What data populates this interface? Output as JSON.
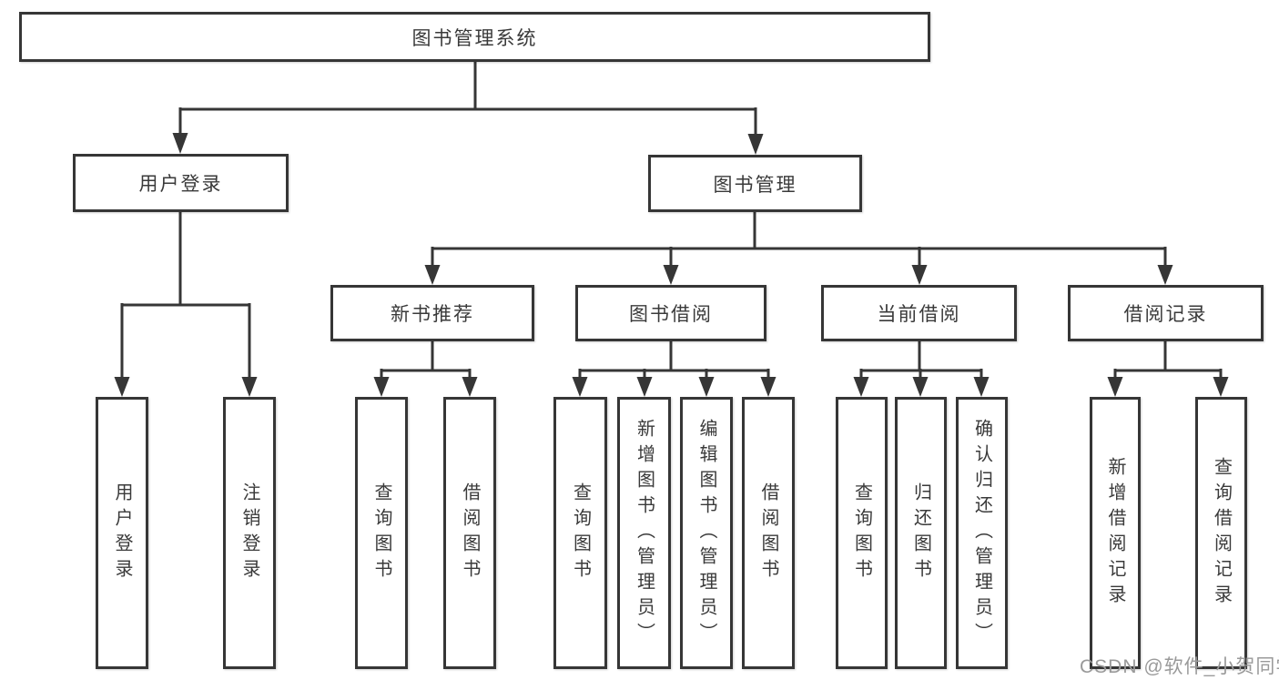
{
  "diagram": {
    "root": {
      "label": "图书管理系统",
      "children": [
        {
          "label": "用户登录",
          "children": [
            {
              "label": "用户登录"
            },
            {
              "label": "注销登录"
            }
          ]
        },
        {
          "label": "图书管理",
          "children": [
            {
              "label": "新书推荐",
              "children": [
                {
                  "label": "查询图书"
                },
                {
                  "label": "借阅图书"
                }
              ]
            },
            {
              "label": "图书借阅",
              "children": [
                {
                  "label": "查询图书"
                },
                {
                  "label": "新增图书（管理员）"
                },
                {
                  "label": "编辑图书（管理员）"
                },
                {
                  "label": "借阅图书"
                }
              ]
            },
            {
              "label": "当前借阅",
              "children": [
                {
                  "label": "查询图书"
                },
                {
                  "label": "归还图书"
                },
                {
                  "label": "确认归还（管理员）"
                }
              ]
            },
            {
              "label": "借阅记录",
              "children": [
                {
                  "label": "新增借阅记录"
                },
                {
                  "label": "查询借阅记录"
                }
              ]
            }
          ]
        }
      ]
    }
  },
  "watermark": "CSDN @软件_小贺同学",
  "colors": {
    "line": "#363636",
    "text": "#3a3a3a",
    "background": "#ffffff",
    "watermark": "#9a9a9a"
  }
}
